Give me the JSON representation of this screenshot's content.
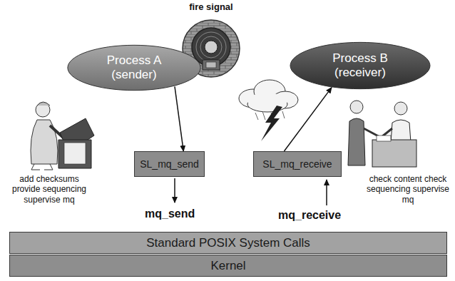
{
  "diagram": {
    "nodes": [
      {
        "text": [
          "Process A (sender)"
        ]
      },
      {
        "text": [
          "Process B (receiver)"
        ]
      },
      {
        "text": [
          "SL_mq_send"
        ]
      },
      {
        "text": [
          "SL_mq_receive"
        ]
      },
      {
        "text": [
          "Standard POSIX System Calls"
        ]
      },
      {
        "text": [
          "Kernel"
        ]
      }
    ],
    "edges": [
      {
        "from": 0,
        "to": 2,
        "arrow": "to"
      },
      {
        "from": 3,
        "to": 1,
        "arrow": "to"
      }
    ],
    "labels": [
      "fire signal",
      "add checksums provide sequencing supervise mq",
      "check content check sequencing supervise mq",
      "mq_send",
      "mq_receive"
    ]
  }
}
